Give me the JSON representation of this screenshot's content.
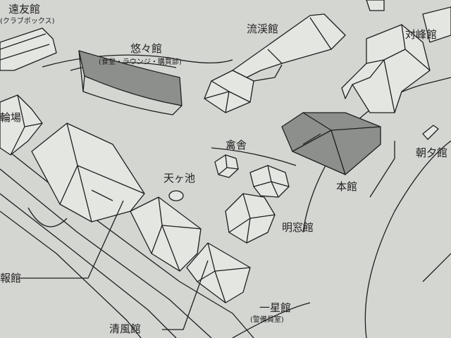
{
  "labels": {
    "enyukan": "遠友館",
    "club_box": "(クラブボックス)",
    "yuyukan": "悠々館",
    "yuyukan_sub": "(食堂・ラウンジ・購買部)",
    "ryukeikan": "流渓館",
    "taihokan": "対峰館",
    "bicycle": "輪場",
    "kinsha": "禽舎",
    "honkan": "本館",
    "asayukan": "朝夕館",
    "amagaike": "天ヶ池",
    "meisokan": "明窓館",
    "jouhokan": "報館",
    "ichiseikan": "一星館",
    "ichiseikan_sub": "(警備員室)",
    "seifukan": "清風館"
  },
  "colors": {
    "paper": "#d4d6d2",
    "line": "#1e1e1e",
    "shade": "#8c8f8b",
    "roof_light": "#e4e6e2",
    "roof_dark": "#7a7d79"
  }
}
